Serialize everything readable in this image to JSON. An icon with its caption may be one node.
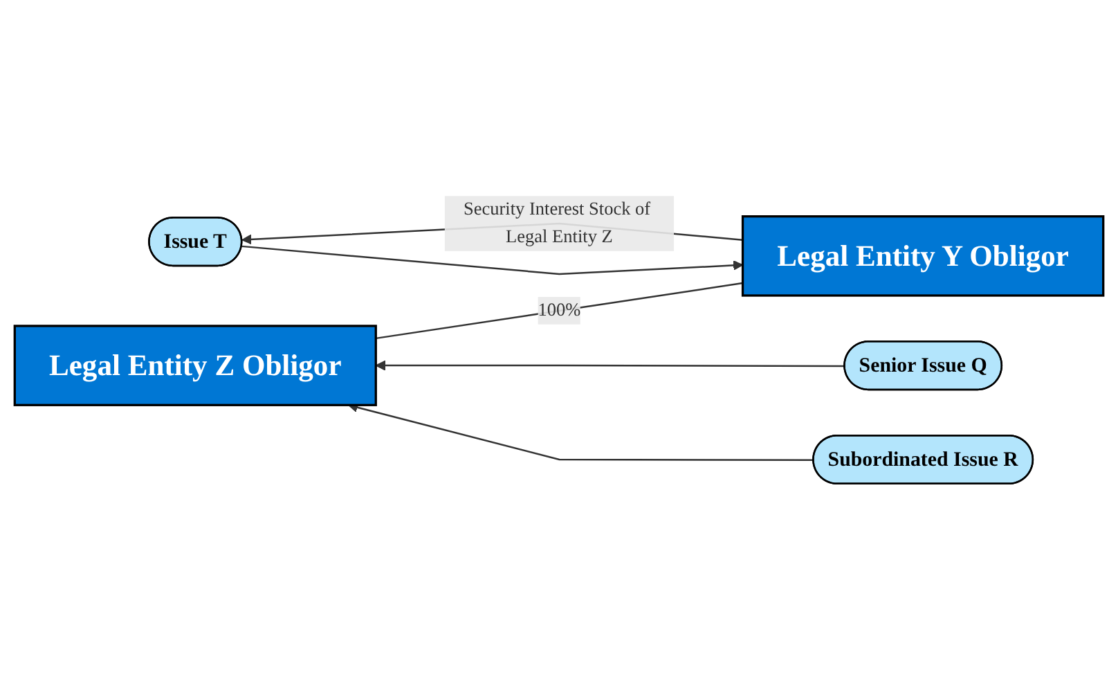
{
  "diagram": {
    "nodes": [
      {
        "text": [
          "Legal Entity Y Obligor"
        ]
      },
      {
        "text": [
          "Issue T"
        ]
      },
      {
        "text": [
          "Legal Entity Z Obligor"
        ]
      },
      {
        "text": [
          "Senior Issue Q"
        ]
      },
      {
        "text": [
          "Subordinated Issue R"
        ]
      }
    ],
    "edges": [
      {
        "from": 1,
        "to": 0,
        "arrow": "to"
      },
      {
        "from": 0,
        "to": 1,
        "arrow": "to",
        "label": "Security Interest Stock of Legal Entity Z"
      },
      {
        "from": 0,
        "to": 2,
        "arrow": "none",
        "label": "100%"
      },
      {
        "from": 3,
        "to": 2,
        "arrow": "to"
      },
      {
        "from": 4,
        "to": 2,
        "arrow": "to"
      }
    ]
  }
}
